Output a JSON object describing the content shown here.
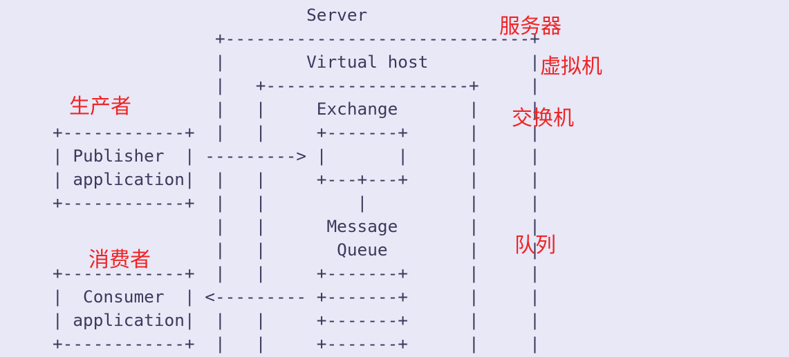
{
  "diagram": {
    "ascii_lines": [
      "                         Server",
      "                +------------------------------+",
      "                |        Virtual host          |",
      "                |   +--------------------+     |",
      "                |   |     Exchange       |     |",
      "+------------+  |   |     +-------+      |     |",
      "| Publisher  | ---------> |       |      |     |",
      "| application|  |   |     +---+---+      |     |",
      "+------------+  |   |         |          |     |",
      "                |   |      Message       |     |",
      "                |   |       Queue        |     |",
      "+------------+  |   |     +-------+      |     |",
      "|  Consumer  | <--------- +-------+      |     |",
      "| application|  |   |     +-------+      |     |",
      "+------------+  |   |     +-------+      |     |"
    ],
    "annotations": {
      "server": "服务器",
      "virtual_host": "虚拟机",
      "producer": "生产者",
      "exchange": "交换机",
      "queue": "队列",
      "consumer": "消费者"
    }
  }
}
